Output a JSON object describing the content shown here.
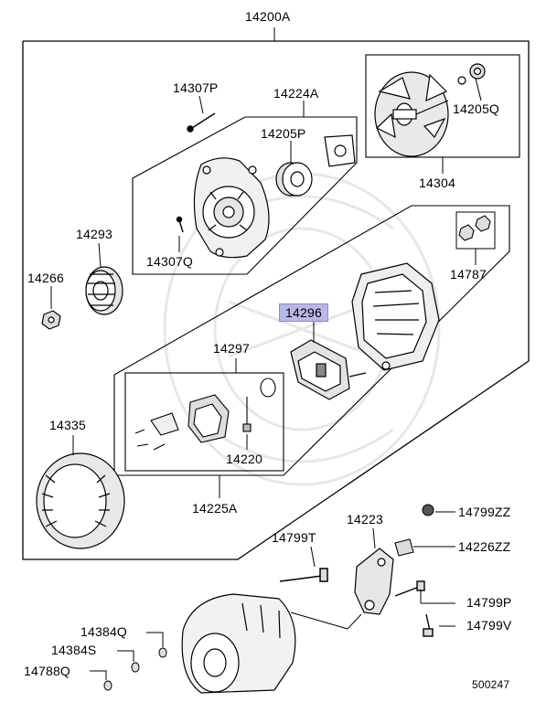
{
  "diagram": {
    "reference_number": "500247",
    "highlighted_part": "14296",
    "part_labels": {
      "p14200A": "14200A",
      "p14307P": "14307P",
      "p14224A": "14224A",
      "p14205P": "14205P",
      "p14205Q": "14205Q",
      "p14304": "14304",
      "p14293": "14293",
      "p14307Q": "14307Q",
      "p14266": "14266",
      "p14787": "14787",
      "p14296": "14296",
      "p14297": "14297",
      "p14335": "14335",
      "p14220": "14220",
      "p14225A": "14225A",
      "p14799ZZ": "14799ZZ",
      "p14223": "14223",
      "p14799T": "14799T",
      "p14226ZZ": "14226ZZ",
      "p14799P": "14799P",
      "p14799V": "14799V",
      "p14384Q": "14384Q",
      "p14384S": "14384S",
      "p14788Q": "14788Q"
    }
  }
}
